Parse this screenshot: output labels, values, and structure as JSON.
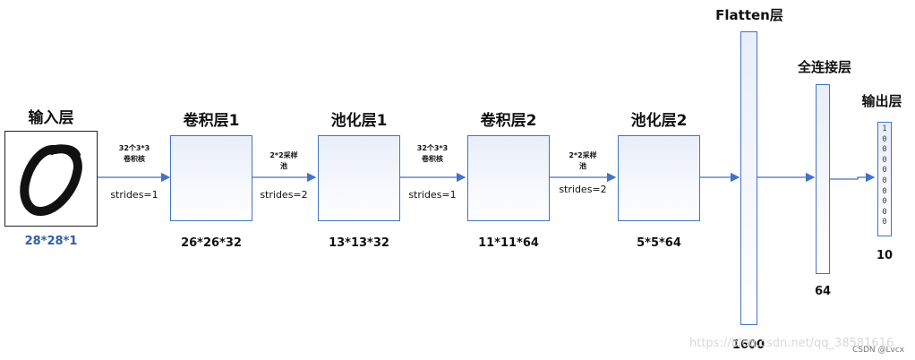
{
  "layers": {
    "input": {
      "title": "输入层",
      "dim": "28*28*1"
    },
    "conv1": {
      "title": "卷积层1",
      "dim": "26*26*32"
    },
    "pool1": {
      "title": "池化层1",
      "dim": "13*13*32"
    },
    "conv2": {
      "title": "卷积层2",
      "dim": "11*11*64"
    },
    "pool2": {
      "title": "池化层2",
      "dim": "5*5*64"
    },
    "flatten": {
      "title": "Flatten层",
      "dim": "1600"
    },
    "dense": {
      "title": "全连接层",
      "dim": "64"
    },
    "output": {
      "title": "输出层",
      "dim": "10",
      "values": [
        "1",
        "0",
        "0",
        "0",
        "0",
        "0",
        "0",
        "0",
        "0",
        "0"
      ]
    }
  },
  "connections": {
    "c1": {
      "op_line1": "32个3*3",
      "op_line2": "卷积核",
      "strides": "strides=1"
    },
    "c2": {
      "op_line1": "2*2采样",
      "op_line2": "池",
      "strides": "strides=2"
    },
    "c3": {
      "op_line1": "32个3*3",
      "op_line2": "卷积核",
      "strides": "strides=1"
    },
    "c4": {
      "op_line1": "2*2采样",
      "op_line2": "池",
      "strides": "strides=2"
    }
  },
  "colors": {
    "accent": "#4472c4",
    "input_dim": "#2e5fa6"
  },
  "watermark": {
    "url": "https://blog.csdn.net/qq_38581616",
    "credit": "CSDN @Lvcx"
  }
}
